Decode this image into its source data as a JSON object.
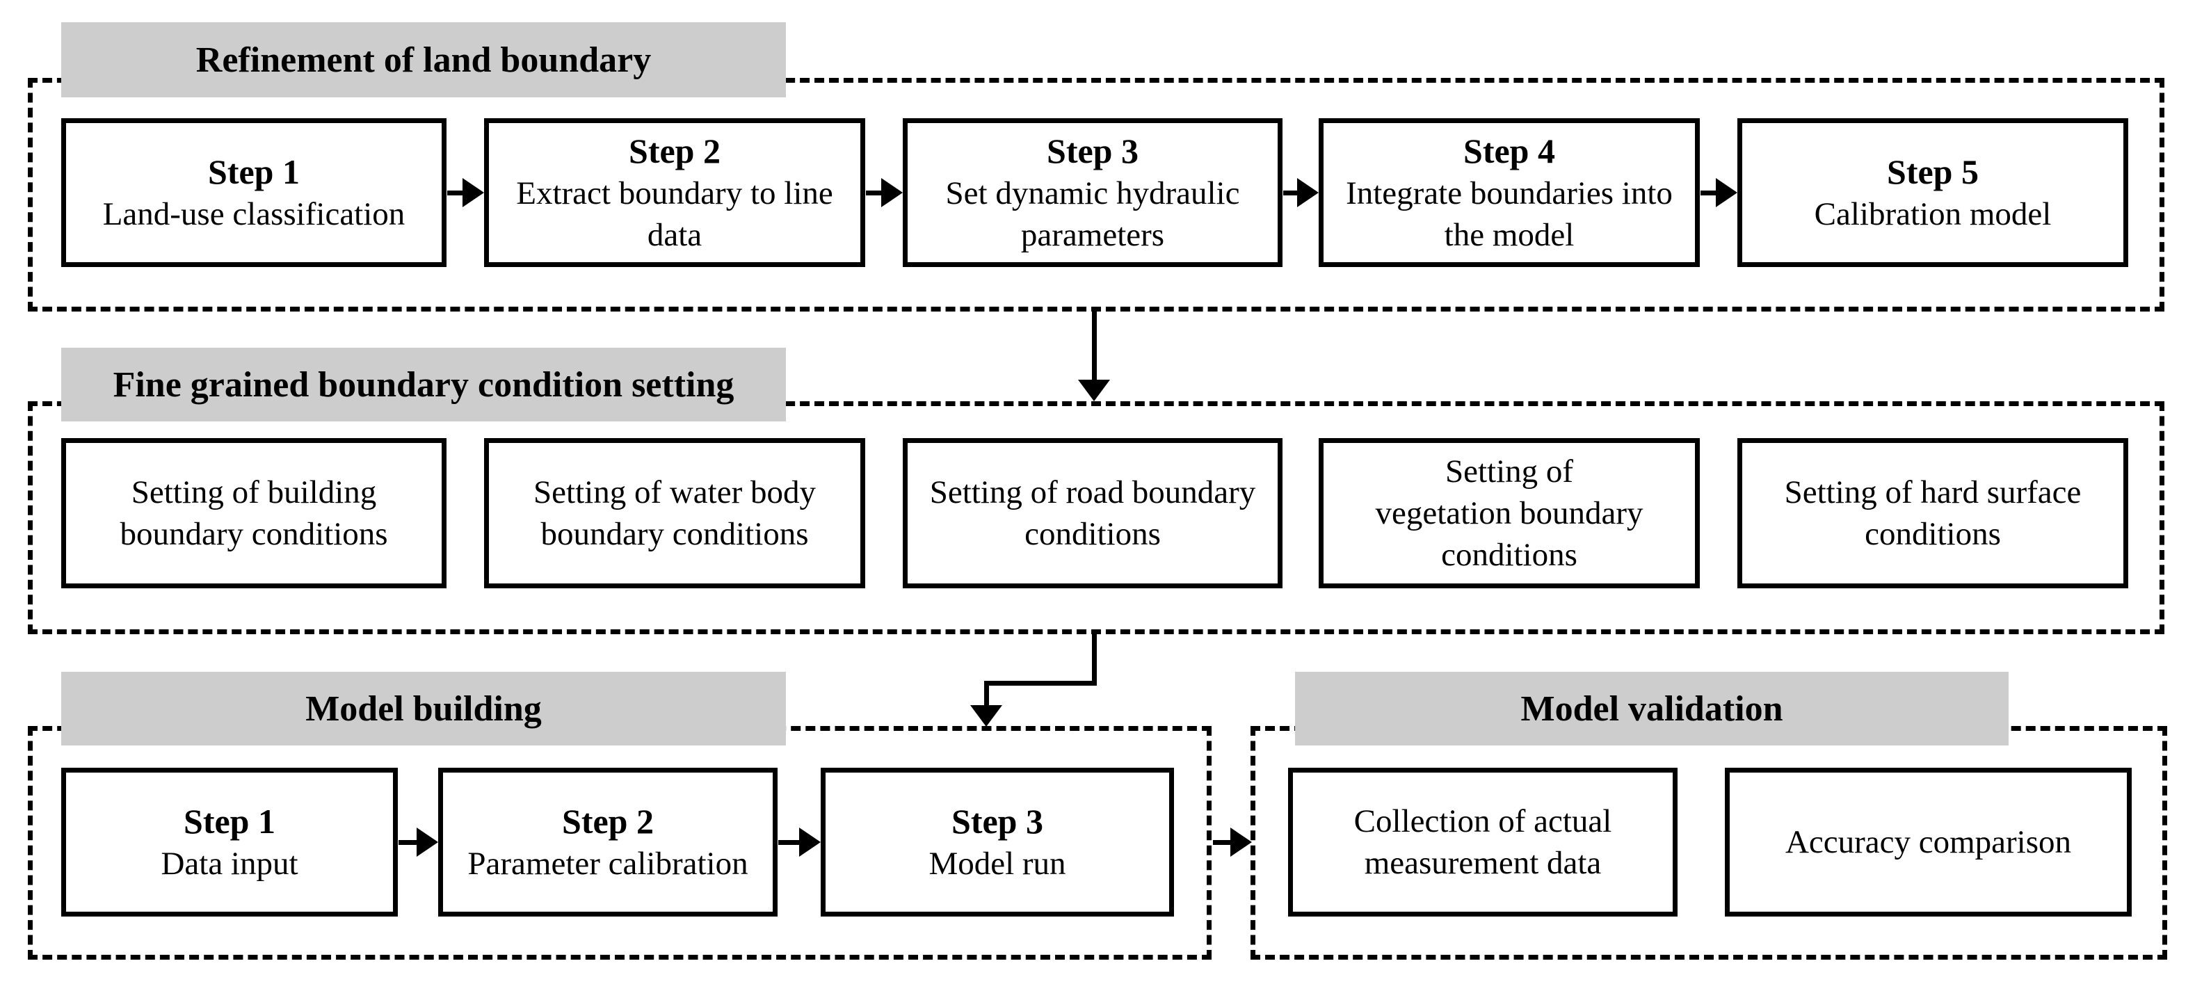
{
  "figure": {
    "type": "flowchart",
    "background": "#ffffff"
  },
  "colors": {
    "section_title_bg": "#cdcdcd",
    "box_bg": "#ffffff",
    "border": "#000000",
    "text": "#000000"
  },
  "icons": {
    "flow_arrow_right": "solid black right-pointing triangle arrow",
    "flow_arrow_down": "solid black down-pointing triangle arrow",
    "elbow_connector": "right-angle polyline ending in down arrow"
  },
  "sections": [
    {
      "title": "Refinement of land boundary",
      "boxes": [
        {
          "step": "Step 1",
          "text": "Land-use classification"
        },
        {
          "step": "Step 2",
          "text": "Extract boundary to line\ndata"
        },
        {
          "step": "Step 3",
          "text": "Set dynamic hydraulic\nparameters"
        },
        {
          "step": "Step 4",
          "text": "Integrate boundaries into\nthe model"
        },
        {
          "step": "Step 5",
          "text": "Calibration model"
        }
      ]
    },
    {
      "title": "Fine grained boundary condition setting",
      "boxes": [
        {
          "text": "Setting of building\nboundary conditions"
        },
        {
          "text": "Setting of water body\nboundary conditions"
        },
        {
          "text": "Setting of road boundary\nconditions"
        },
        {
          "text": "Setting of\nvegetation boundary\nconditions"
        },
        {
          "text": "Setting of hard surface\nconditions"
        }
      ]
    },
    {
      "title": "Model building",
      "boxes": [
        {
          "step": "Step 1",
          "text": "Data input"
        },
        {
          "step": "Step 2",
          "text": "Parameter calibration"
        },
        {
          "step": "Step 3",
          "text": "Model run"
        }
      ]
    },
    {
      "title": "Model validation",
      "boxes": [
        {
          "text": "Collection of actual\nmeasurement data"
        },
        {
          "text": "Accuracy comparison"
        }
      ]
    }
  ]
}
